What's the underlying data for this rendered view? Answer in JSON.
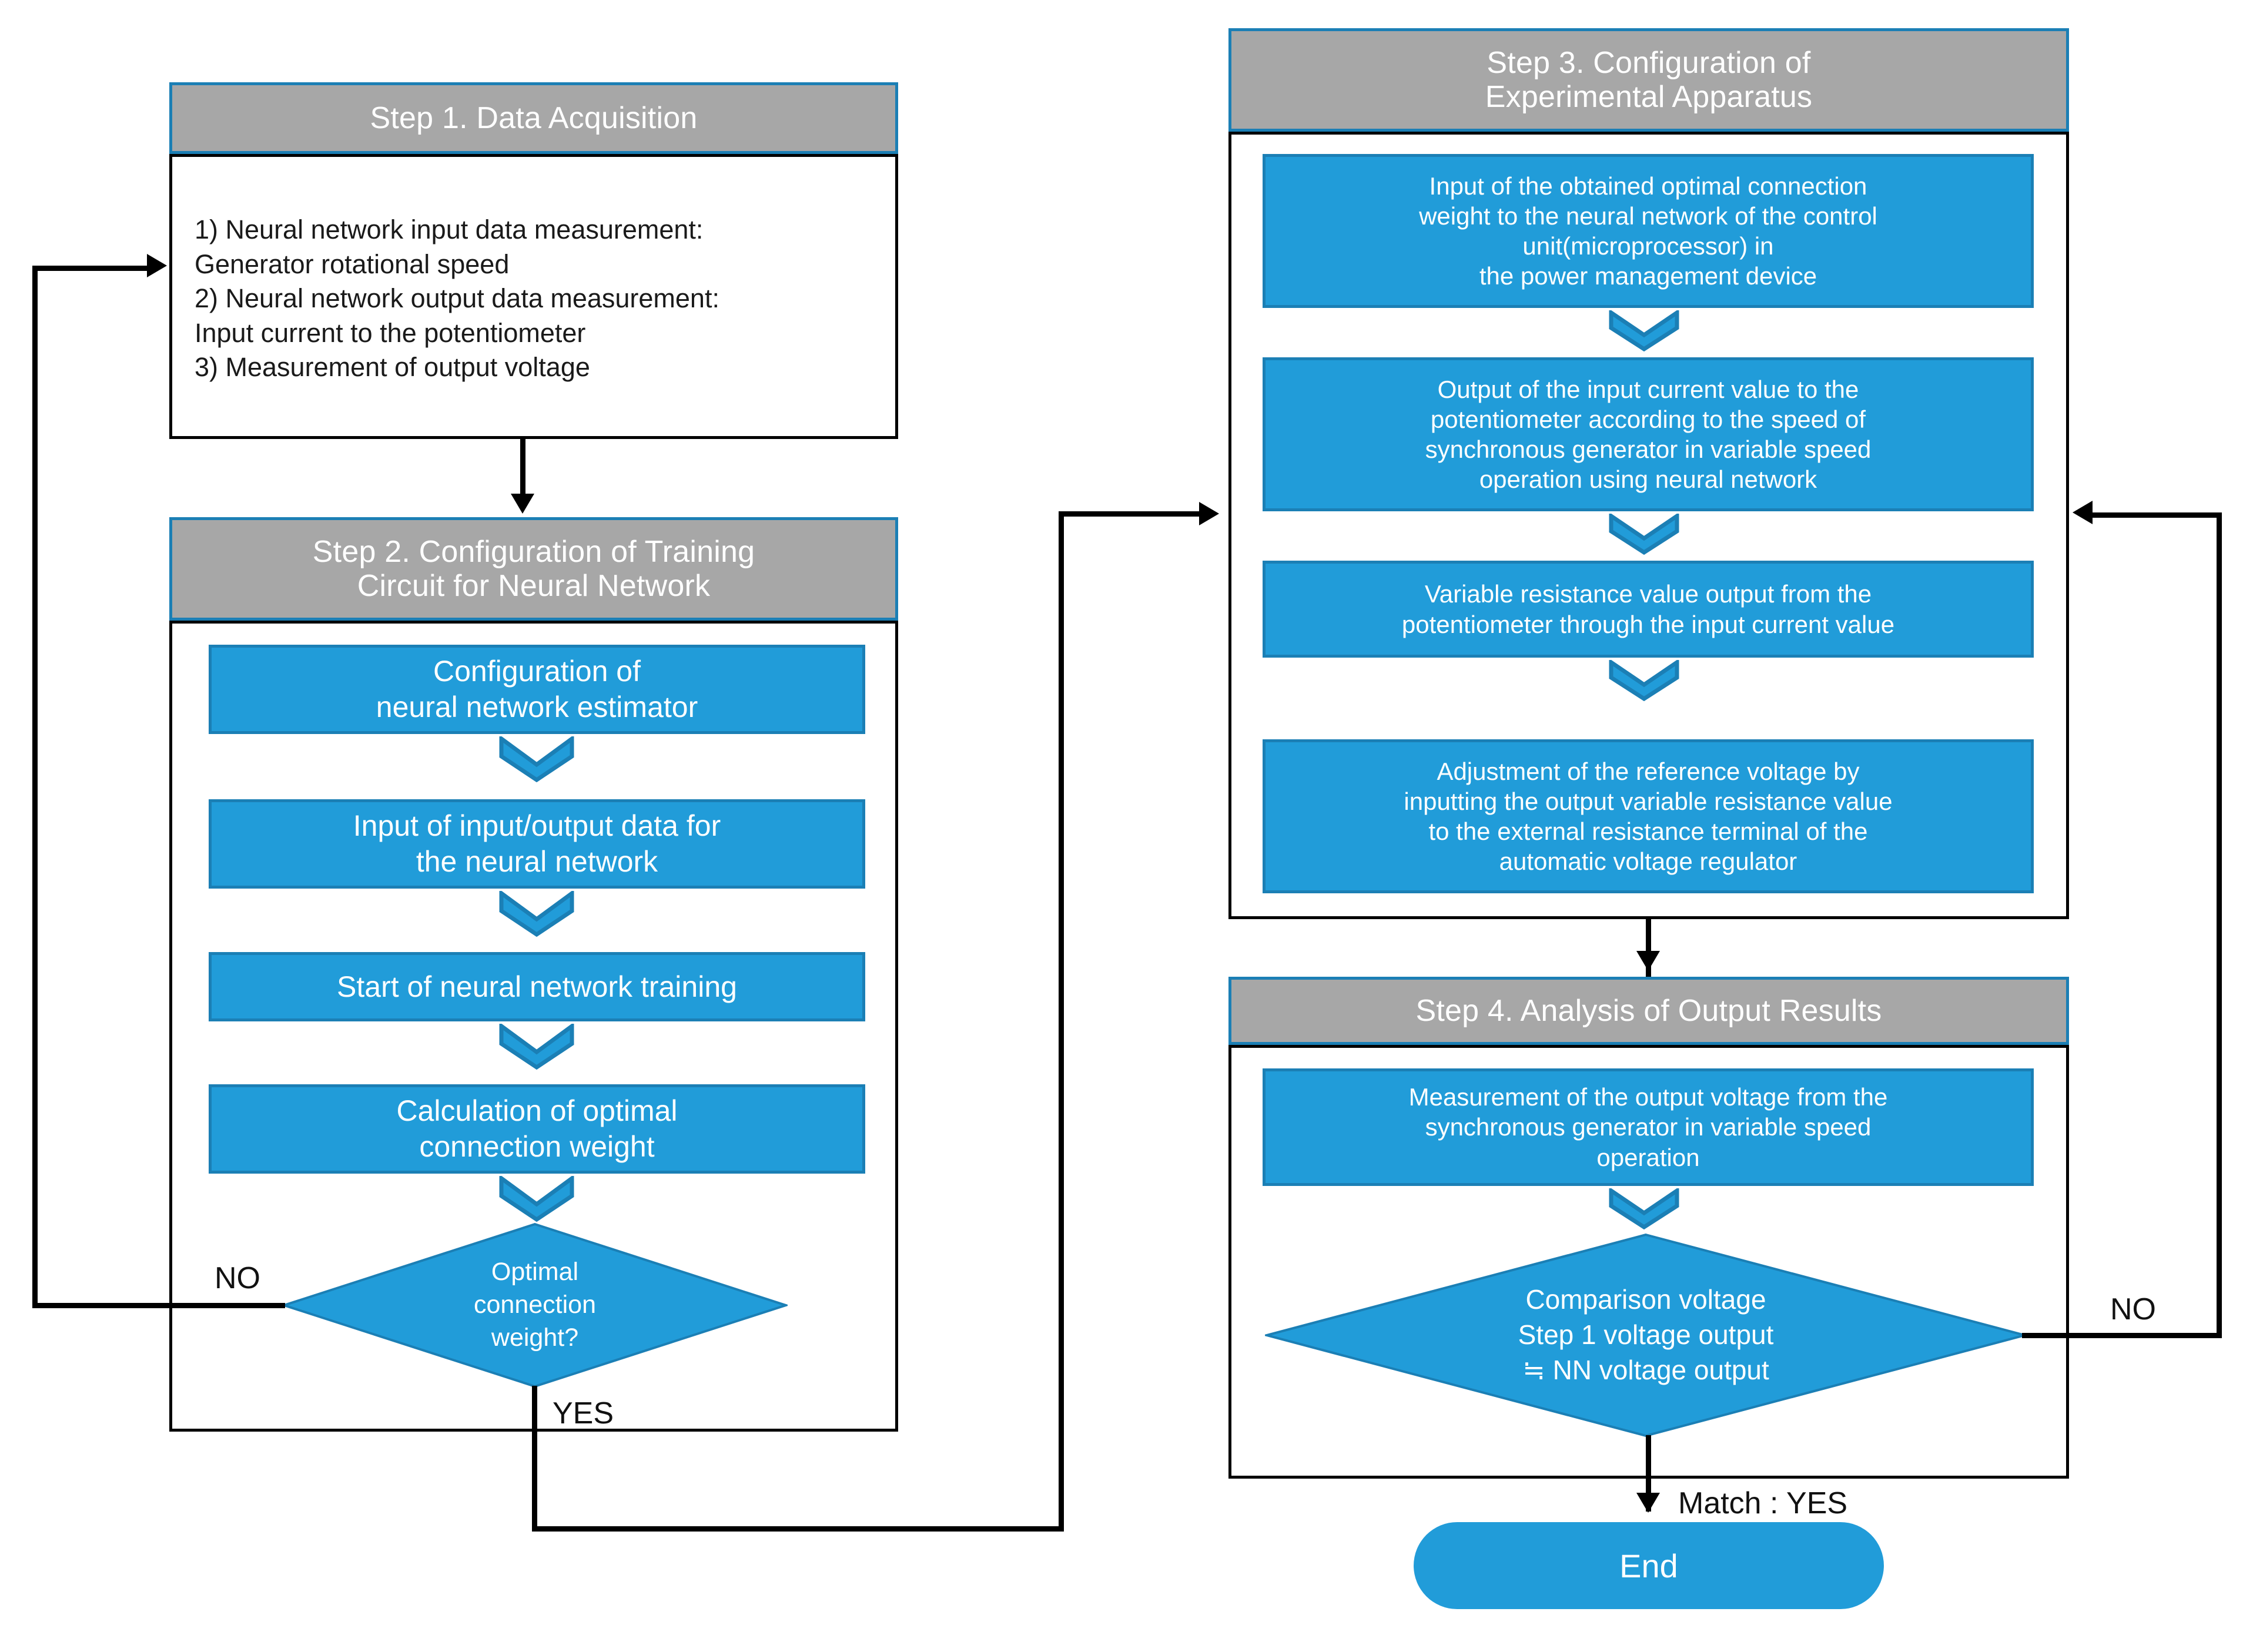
{
  "diagram": {
    "title": "Neural-network based voltage control experiment flowchart",
    "colors": {
      "process_fill": "#219CD9",
      "process_border": "#1B7FB5",
      "header_fill": "#A7A7A7",
      "line": "#000000",
      "text_on_blue": "#FFFFFF"
    }
  },
  "step1": {
    "title": "Step 1. Data Acquisition",
    "body": "1) Neural network input data measurement:\nGenerator rotational speed\n2) Neural network output data measurement:\nInput current to the potentiometer\n3) Measurement of output voltage"
  },
  "step2": {
    "title": "Step 2. Configuration of Training\nCircuit for Neural Network",
    "boxes": [
      "Configuration of\nneural network estimator",
      "Input of input/output data for\nthe neural network",
      "Start of neural network training",
      "Calculation of optimal\nconnection weight"
    ],
    "decision": "Optimal\nconnection\nweight?",
    "no_label": "NO",
    "yes_label": "YES"
  },
  "step3": {
    "title": "Step 3. Configuration of\nExperimental Apparatus",
    "boxes": [
      "Input of the obtained optimal connection\nweight to the neural network of the control\nunit(microprocessor) in\nthe power management device",
      "Output of the input current value to the\npotentiometer according to the speed of\nsynchronous generator in variable speed\noperation using neural network",
      "Variable resistance value output from the\npotentiometer through the input current value",
      "Adjustment of the reference voltage by\ninputting the output variable resistance value\nto the external resistance terminal of the\nautomatic voltage regulator"
    ]
  },
  "step4": {
    "title": "Step 4. Analysis of Output Results",
    "boxes": [
      "Measurement of the output voltage from the\nsynchronous generator in variable speed\noperation"
    ],
    "decision": "Comparison voltage\nStep 1  voltage output\n≒ NN voltage output",
    "no_label": "NO",
    "match_label": "Match : YES",
    "end_label": "End"
  }
}
